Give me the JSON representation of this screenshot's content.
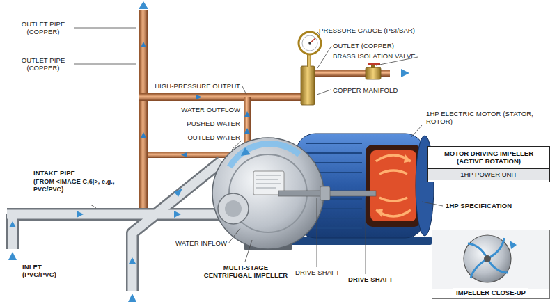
{
  "diagram": {
    "nodes": [
      {
        "text": [
          "MOTOR DRIVING IMPELLER (ACTIVE ROTATION)",
          "1HP POWER UNIT"
        ]
      },
      {
        "text": [
          "IMPELLER CLOSE-UP"
        ]
      }
    ],
    "labels": [
      "OUTLET PIPE (COPPER)",
      "OUTLET PIPE (COPPER)",
      "PRESSURE GAUGE (PSI/BAR)",
      "OUTLET (COPPER)",
      "BRASS ISOLATION VALVE",
      "COPPER MANIFOLD",
      "HIGH-PRESSURE OUTPUT",
      "WATER OUTFLOW",
      "PUSHED WATER",
      "OUTLED WATER",
      "1HP ELECTRIC MOTOR (STATOR, ROTOR)",
      "1HP SPECIFICATION",
      "INTAKE PIPE",
      "(FROM <IMAGE C,6|>, e.g., PVC/PVC)",
      "INLET (PVC/PVC)",
      "WATER INFLOW",
      "MULTI-STAGE CENTRIFUGAL IMPELLER",
      "DRIVE SHAFT",
      "DRIVE SHAFT"
    ]
  }
}
